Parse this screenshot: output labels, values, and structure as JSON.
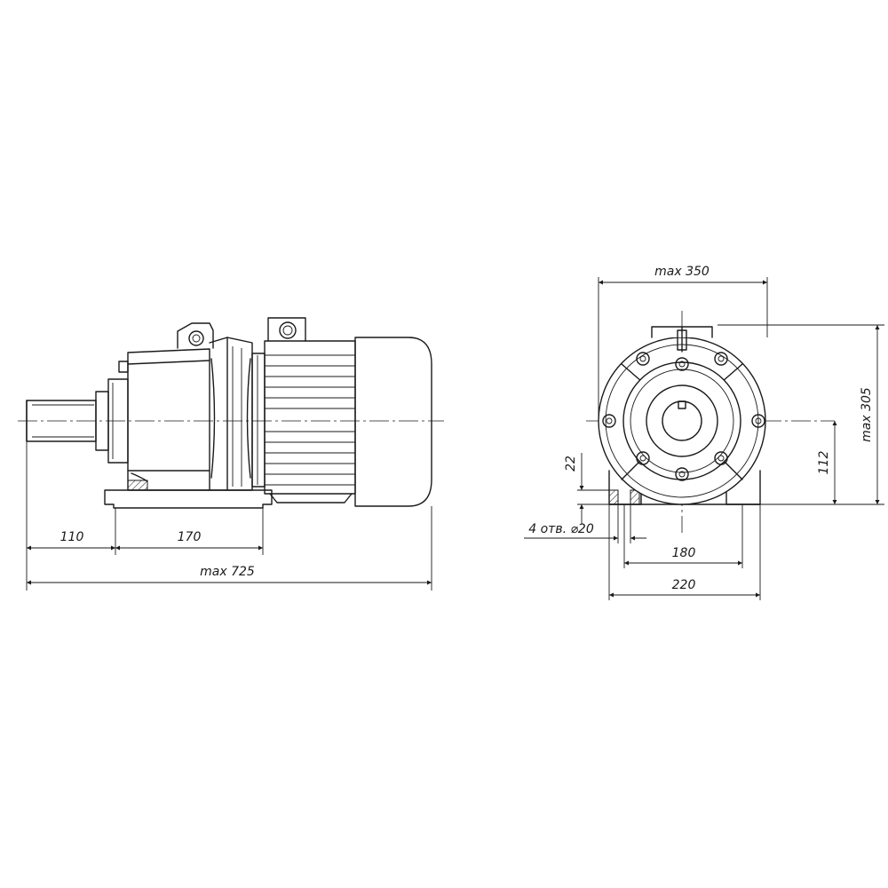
{
  "drawing": {
    "dimensions": {
      "d110": "110",
      "d170": "170",
      "max725": "max 725",
      "max350": "max 350",
      "max305": "max 305",
      "d112": "112",
      "d22": "22",
      "holes": "4 отв. ⌀20",
      "d180": "180",
      "d220": "220"
    }
  }
}
